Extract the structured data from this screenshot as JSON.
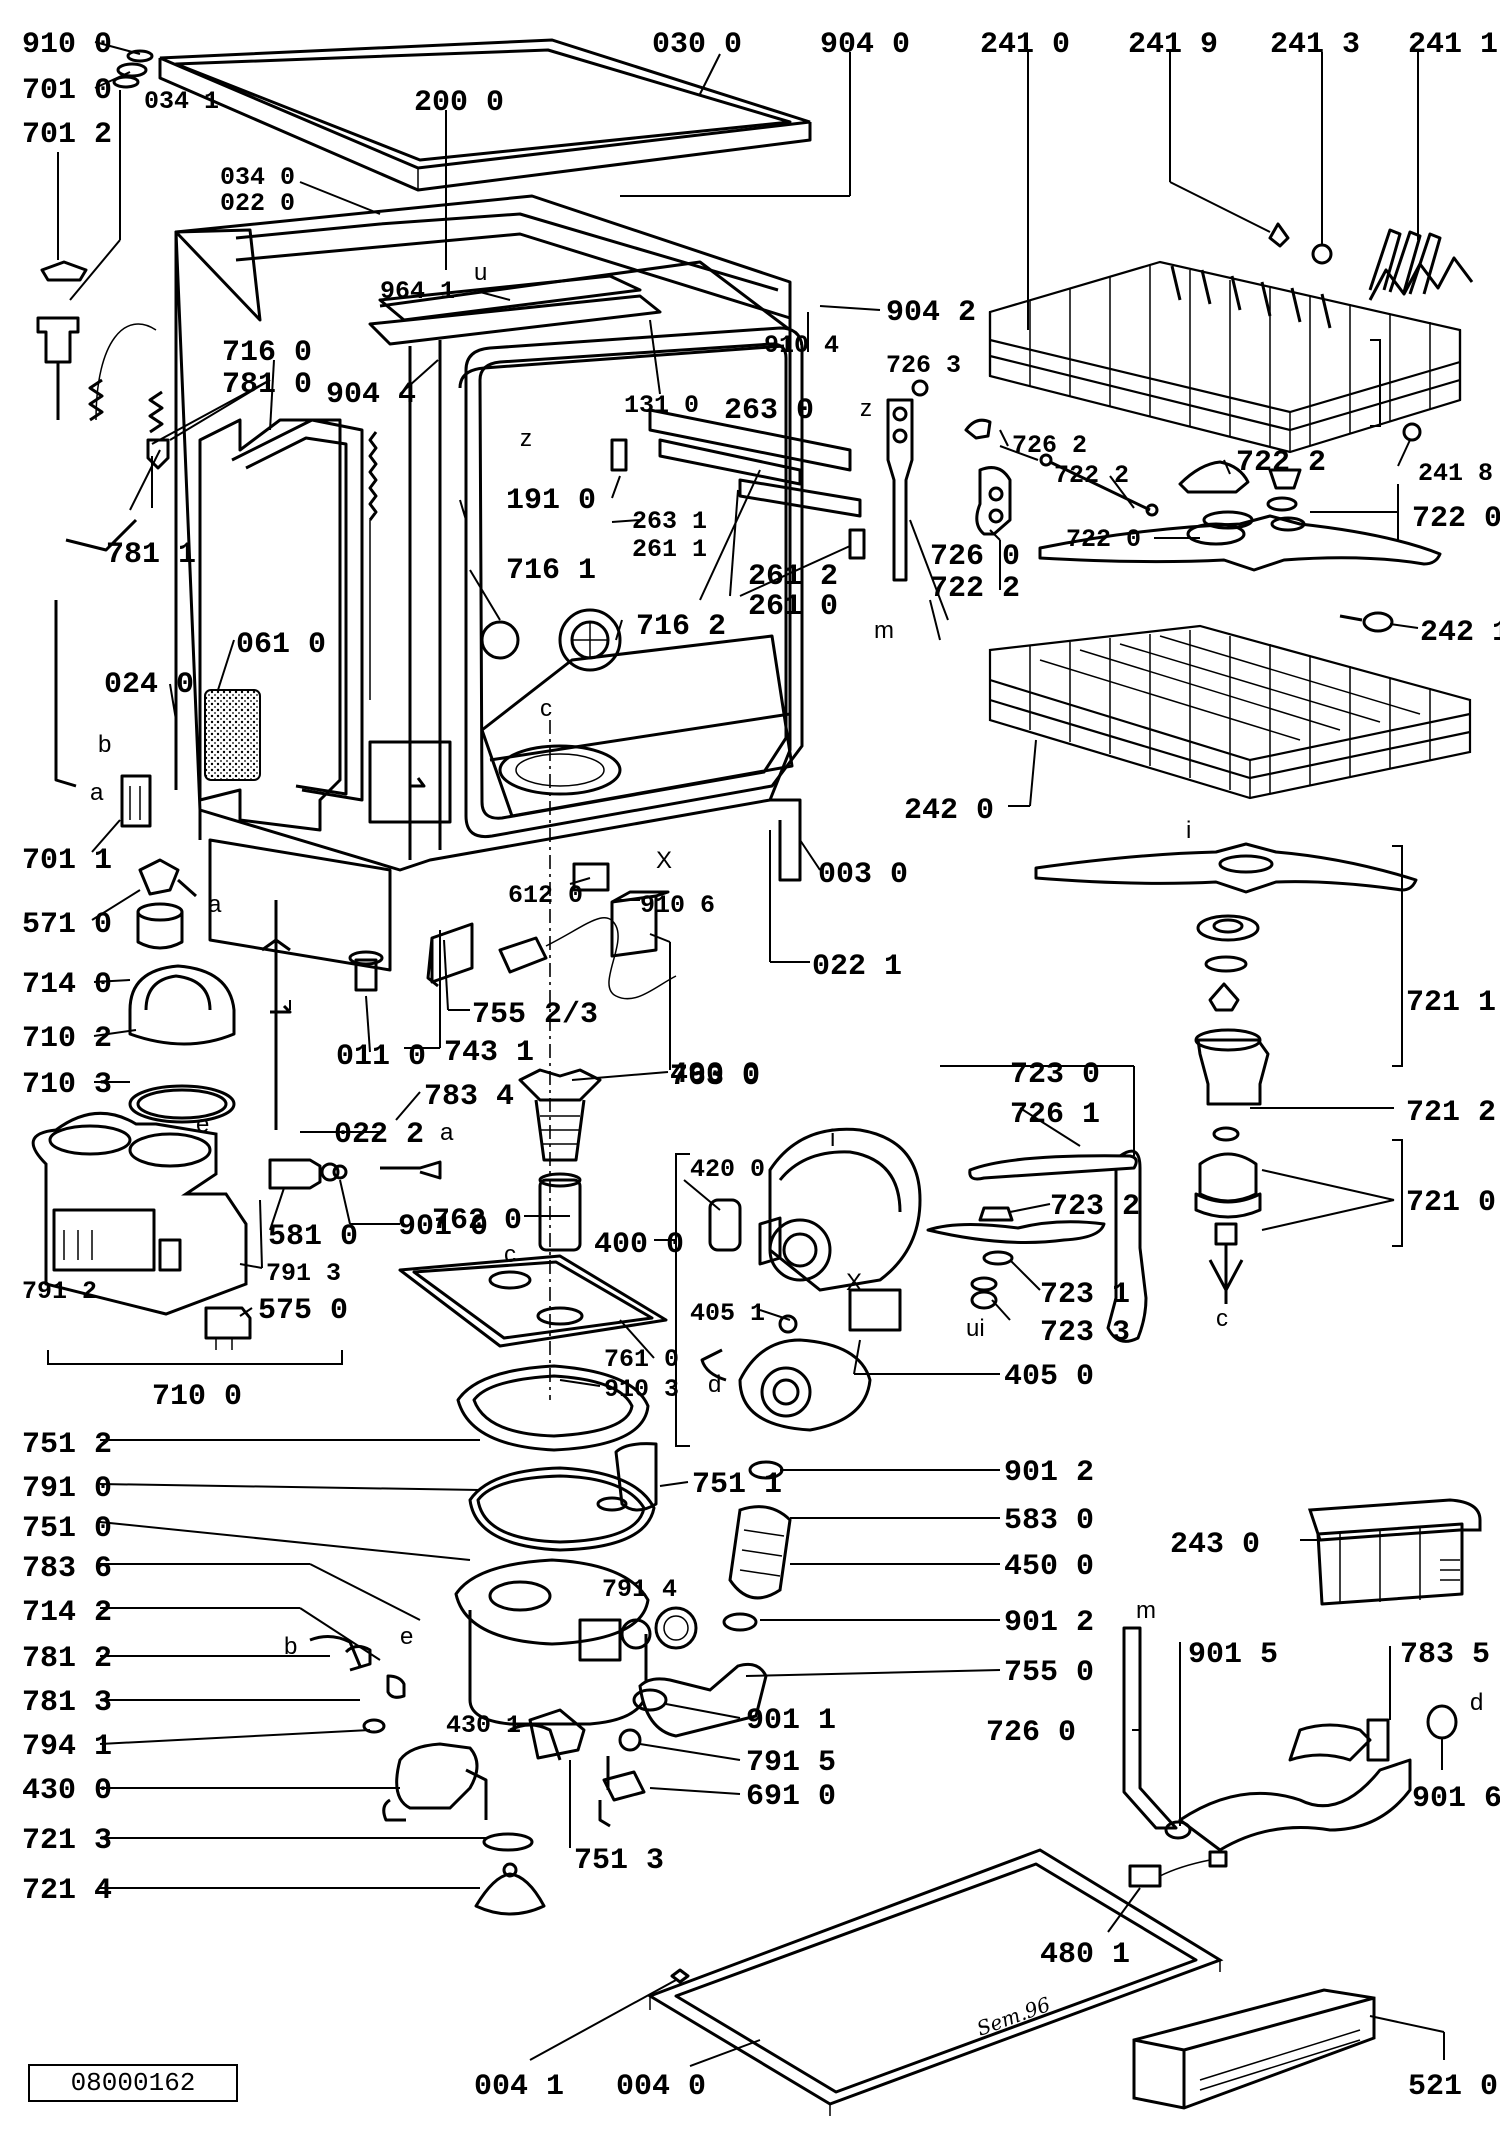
{
  "document_number": "08000162",
  "signature_text": "Sem.96",
  "callouts": [
    {
      "id": "910-0",
      "text": "910 0"
    },
    {
      "id": "701-0",
      "text": "701 0"
    },
    {
      "id": "034-1",
      "text": "034 1"
    },
    {
      "id": "701-2",
      "text": "701 2"
    },
    {
      "id": "030-0",
      "text": "030 0"
    },
    {
      "id": "904-0",
      "text": "904 0"
    },
    {
      "id": "241-0",
      "text": "241 0"
    },
    {
      "id": "241-9",
      "text": "241 9"
    },
    {
      "id": "241-3",
      "text": "241 3"
    },
    {
      "id": "241-1",
      "text": "241 1"
    },
    {
      "id": "200-0",
      "text": "200 0"
    },
    {
      "id": "034-0",
      "text": "034 0"
    },
    {
      "id": "022-0",
      "text": "022 0"
    },
    {
      "id": "964-1",
      "text": "964 1"
    },
    {
      "id": "904-2",
      "text": "904 2"
    },
    {
      "id": "716-0",
      "text": "716 0"
    },
    {
      "id": "781-0",
      "text": "781 0"
    },
    {
      "id": "904-4",
      "text": "904 4"
    },
    {
      "id": "910-4",
      "text": "910 4"
    },
    {
      "id": "726-3",
      "text": "726 3"
    },
    {
      "id": "131-0",
      "text": "131 0"
    },
    {
      "id": "263-0",
      "text": "263 0"
    },
    {
      "id": "726-2",
      "text": "726 2"
    },
    {
      "id": "722-2a",
      "text": "722 2"
    },
    {
      "id": "722-2b",
      "text": "722 2"
    },
    {
      "id": "241-8",
      "text": "241 8"
    },
    {
      "id": "191-0",
      "text": "191 0"
    },
    {
      "id": "781-1",
      "text": "781 1"
    },
    {
      "id": "263-1",
      "text": "263 1"
    },
    {
      "id": "261-1",
      "text": "261 1"
    },
    {
      "id": "722-0a",
      "text": "722 0"
    },
    {
      "id": "722-0b",
      "text": "722 0"
    },
    {
      "id": "716-1",
      "text": "716 1"
    },
    {
      "id": "261-2",
      "text": "261 2"
    },
    {
      "id": "726-0a",
      "text": "726 0"
    },
    {
      "id": "722-2c",
      "text": "722 2"
    },
    {
      "id": "261-0",
      "text": "261 0"
    },
    {
      "id": "716-2",
      "text": "716 2"
    },
    {
      "id": "242-1",
      "text": "242 1"
    },
    {
      "id": "061-0",
      "text": "061 0"
    },
    {
      "id": "024-0",
      "text": "024 0"
    },
    {
      "id": "242-0",
      "text": "242 0"
    },
    {
      "id": "701-1",
      "text": "701 1"
    },
    {
      "id": "003-0",
      "text": "003 0"
    },
    {
      "id": "612-0",
      "text": "612 0"
    },
    {
      "id": "910-6",
      "text": "910 6"
    },
    {
      "id": "571-0",
      "text": "571 0"
    },
    {
      "id": "022-1",
      "text": "022 1"
    },
    {
      "id": "714-0",
      "text": "714 0"
    },
    {
      "id": "755-2-3",
      "text": "755 2/3"
    },
    {
      "id": "721-1",
      "text": "721 1"
    },
    {
      "id": "710-2",
      "text": "710 2"
    },
    {
      "id": "743-1",
      "text": "743 1"
    },
    {
      "id": "011-0",
      "text": "011 0"
    },
    {
      "id": "490-0",
      "text": "490 0"
    },
    {
      "id": "710-3",
      "text": "710 3"
    },
    {
      "id": "022-2",
      "text": "022 2"
    },
    {
      "id": "783-4",
      "text": "783 4"
    },
    {
      "id": "763-0",
      "text": "763 0"
    },
    {
      "id": "723-0",
      "text": "723 0"
    },
    {
      "id": "721-2",
      "text": "721 2"
    },
    {
      "id": "726-1",
      "text": "726 1"
    },
    {
      "id": "420-0",
      "text": "420 0"
    },
    {
      "id": "723-2",
      "text": "723 2"
    },
    {
      "id": "762-0",
      "text": "762 0"
    },
    {
      "id": "721-0",
      "text": "721 0"
    },
    {
      "id": "581-0",
      "text": "581 0"
    },
    {
      "id": "901-0",
      "text": "901 0"
    },
    {
      "id": "400-0",
      "text": "400 0"
    },
    {
      "id": "791-2",
      "text": "791 2"
    },
    {
      "id": "791-3",
      "text": "791 3"
    },
    {
      "id": "723-1",
      "text": "723 1"
    },
    {
      "id": "405-1",
      "text": "405 1"
    },
    {
      "id": "723-3",
      "text": "723 3"
    },
    {
      "id": "575-0",
      "text": "575 0"
    },
    {
      "id": "761-0",
      "text": "761 0"
    },
    {
      "id": "405-0",
      "text": "405 0"
    },
    {
      "id": "710-0",
      "text": "710 0"
    },
    {
      "id": "910-3",
      "text": "910 3"
    },
    {
      "id": "751-2",
      "text": "751 2"
    },
    {
      "id": "901-2a",
      "text": "901 2"
    },
    {
      "id": "751-1",
      "text": "751 1"
    },
    {
      "id": "791-0",
      "text": "791 0"
    },
    {
      "id": "583-0",
      "text": "583 0"
    },
    {
      "id": "751-0",
      "text": "751 0"
    },
    {
      "id": "243-0",
      "text": "243 0"
    },
    {
      "id": "450-0",
      "text": "450 0"
    },
    {
      "id": "783-6",
      "text": "783 6"
    },
    {
      "id": "791-4",
      "text": "791 4"
    },
    {
      "id": "714-2",
      "text": "714 2"
    },
    {
      "id": "901-2b",
      "text": "901 2"
    },
    {
      "id": "781-2",
      "text": "781 2"
    },
    {
      "id": "901-5",
      "text": "901 5"
    },
    {
      "id": "783-5",
      "text": "783 5"
    },
    {
      "id": "755-0",
      "text": "755 0"
    },
    {
      "id": "781-3",
      "text": "781 3"
    },
    {
      "id": "901-1",
      "text": "901 1"
    },
    {
      "id": "726-0b",
      "text": "726 0"
    },
    {
      "id": "794-1",
      "text": "794 1"
    },
    {
      "id": "430-1",
      "text": "430 1"
    },
    {
      "id": "791-5",
      "text": "791 5"
    },
    {
      "id": "901-6",
      "text": "901 6"
    },
    {
      "id": "430-0",
      "text": "430 0"
    },
    {
      "id": "691-0",
      "text": "691 0"
    },
    {
      "id": "721-3",
      "text": "721 3"
    },
    {
      "id": "751-3",
      "text": "751 3"
    },
    {
      "id": "721-4",
      "text": "721 4"
    },
    {
      "id": "480-1",
      "text": "480 1"
    },
    {
      "id": "004-1",
      "text": "004 1"
    },
    {
      "id": "004-0",
      "text": "004 0"
    },
    {
      "id": "521-0",
      "text": "521 0"
    }
  ],
  "letters": [
    {
      "id": "a1",
      "text": "a"
    },
    {
      "id": "b1",
      "text": "b"
    },
    {
      "id": "a2",
      "text": "a"
    },
    {
      "id": "a3",
      "text": "a"
    },
    {
      "id": "e1",
      "text": "e"
    },
    {
      "id": "c1",
      "text": "c"
    },
    {
      "id": "c2",
      "text": "c"
    },
    {
      "id": "x1",
      "text": "X"
    },
    {
      "id": "x2",
      "text": "X"
    },
    {
      "id": "z1",
      "text": "z"
    },
    {
      "id": "z2",
      "text": "z"
    },
    {
      "id": "m1",
      "text": "m"
    },
    {
      "id": "m2",
      "text": "m"
    },
    {
      "id": "u1",
      "text": "u"
    },
    {
      "id": "ui1",
      "text": "ui"
    },
    {
      "id": "d1",
      "text": "d"
    },
    {
      "id": "d2",
      "text": "d"
    },
    {
      "id": "b2",
      "text": "b"
    },
    {
      "id": "e2",
      "text": "e"
    },
    {
      "id": "c3",
      "text": "c"
    },
    {
      "id": "i1",
      "text": "i"
    },
    {
      "id": "i2",
      "text": "i"
    }
  ]
}
